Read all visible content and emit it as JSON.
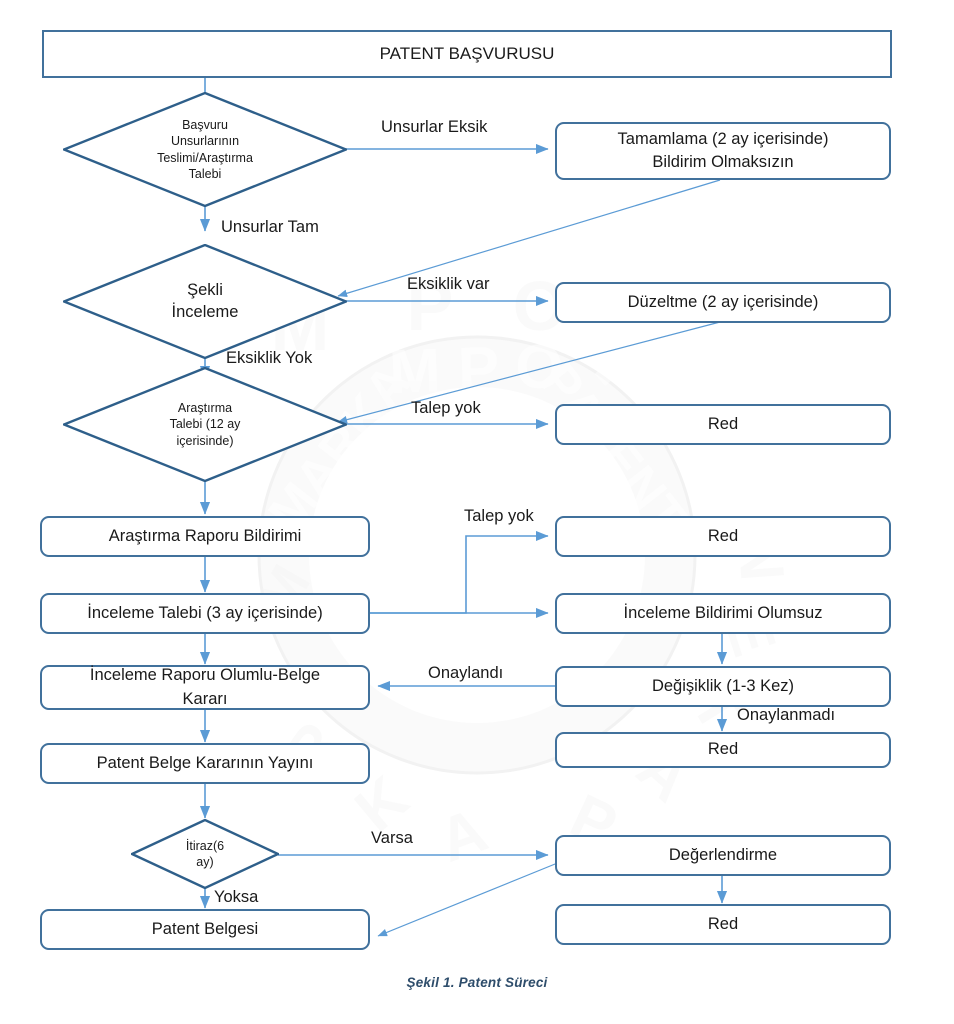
{
  "diagram": {
    "title": "PATENT BAŞVURUSU",
    "caption": "Şekil 1.  Patent Süreci",
    "watermark_text": "MPO MARKA PATENT",
    "colors": {
      "node_border": "#41719C",
      "node_fill": "#FFFFFF",
      "arrow": "#5B9BD5",
      "diamond_border": "#2E5F8A",
      "text": "#1A1A1A",
      "caption": "#2E4D6B"
    }
  },
  "nodes": {
    "title_box": "PATENT BAŞVURUSU",
    "d1_line1": "Başvuru",
    "d1_line2": "Unsurlarının",
    "d1_line3": "Teslimi/Araştırma",
    "d1_line4": "Talebi",
    "tamamlama_line1": "Tamamlama (2 ay içerisinde)",
    "tamamlama_line2": "Bildirim Olmaksızın",
    "d2_line1": "Şekli",
    "d2_line2": "İnceleme",
    "duzeltme": "Düzeltme (2 ay içerisinde)",
    "d3_line1": "Araştırma",
    "d3_line2": "Talebi (12 ay",
    "d3_line3": "içerisinde)",
    "red_1": "Red",
    "arastirma_raporu": "Araştırma Raporu Bildirimi",
    "red_2": "Red",
    "inceleme_talebi": "İnceleme Talebi (3 ay içerisinde)",
    "inceleme_bildirimi": "İnceleme Bildirimi Olumsuz",
    "inceleme_raporu_line1": "İnceleme Raporu Olumlu-Belge",
    "inceleme_raporu_line2": "Kararı",
    "degisiklik": "Değişiklik (1-3 Kez)",
    "red_3": "Red",
    "patent_belge_karari": "Patent Belge Kararının Yayını",
    "d4_line1": "İtiraz(6",
    "d4_line2": "ay)",
    "degerlendirme": "Değerlendirme",
    "red_4": "Red",
    "patent_belgesi": "Patent Belgesi"
  },
  "edge_labels": {
    "unsurlar_eksik": "Unsurlar Eksik",
    "unsurlar_tam": "Unsurlar Tam",
    "eksiklik_var": "Eksiklik var",
    "eksiklik_yok": "Eksiklik Yok",
    "talep_yok_1": "Talep yok",
    "talep_yok_2": "Talep yok",
    "onaylandi": "Onaylandı",
    "onaylanmadi": "Onaylanmadı",
    "varsa": "Varsa",
    "yoksa": "Yoksa"
  },
  "chart_data": {
    "type": "flowchart",
    "title": "PATENT BAŞVURUSU",
    "caption": "Şekil 1.  Patent Süreci",
    "nodes": [
      {
        "id": "start",
        "shape": "rect",
        "label": "PATENT BAŞVURUSU"
      },
      {
        "id": "d1",
        "shape": "diamond",
        "label": "Başvuru Unsurlarının Teslimi/Araştırma Talebi"
      },
      {
        "id": "tamamlama",
        "shape": "rounded-rect",
        "label": "Tamamlama (2 ay içerisinde) Bildirim Olmaksızın"
      },
      {
        "id": "d2",
        "shape": "diamond",
        "label": "Şekli İnceleme"
      },
      {
        "id": "duzeltme",
        "shape": "rounded-rect",
        "label": "Düzeltme (2 ay içerisinde)"
      },
      {
        "id": "d3",
        "shape": "diamond",
        "label": "Araştırma Talebi (12 ay içerisinde)"
      },
      {
        "id": "red1",
        "shape": "rounded-rect",
        "label": "Red"
      },
      {
        "id": "arastirma_raporu",
        "shape": "rounded-rect",
        "label": "Araştırma Raporu Bildirimi"
      },
      {
        "id": "red2",
        "shape": "rounded-rect",
        "label": "Red"
      },
      {
        "id": "inceleme_talebi",
        "shape": "rounded-rect",
        "label": "İnceleme Talebi (3 ay içerisinde)"
      },
      {
        "id": "inceleme_bildirimi",
        "shape": "rounded-rect",
        "label": "İnceleme Bildirimi Olumsuz"
      },
      {
        "id": "inceleme_raporu",
        "shape": "rounded-rect",
        "label": "İnceleme Raporu Olumlu-Belge Kararı"
      },
      {
        "id": "degisiklik",
        "shape": "rounded-rect",
        "label": "Değişiklik (1-3 Kez)"
      },
      {
        "id": "red3",
        "shape": "rounded-rect",
        "label": "Red"
      },
      {
        "id": "patent_belge_karari",
        "shape": "rounded-rect",
        "label": "Patent Belge Kararının Yayını"
      },
      {
        "id": "d4",
        "shape": "diamond",
        "label": "İtiraz(6 ay)"
      },
      {
        "id": "degerlendirme",
        "shape": "rounded-rect",
        "label": "Değerlendirme"
      },
      {
        "id": "red4",
        "shape": "rounded-rect",
        "label": "Red"
      },
      {
        "id": "patent_belgesi",
        "shape": "rounded-rect",
        "label": "Patent Belgesi"
      }
    ],
    "edges": [
      {
        "from": "start",
        "to": "d1",
        "label": ""
      },
      {
        "from": "d1",
        "to": "tamamlama",
        "label": "Unsurlar Eksik"
      },
      {
        "from": "d1",
        "to": "d2",
        "label": "Unsurlar Tam"
      },
      {
        "from": "tamamlama",
        "to": "d2",
        "label": ""
      },
      {
        "from": "d2",
        "to": "duzeltme",
        "label": "Eksiklik var"
      },
      {
        "from": "d2",
        "to": "d3",
        "label": "Eksiklik Yok"
      },
      {
        "from": "duzeltme",
        "to": "d3",
        "label": ""
      },
      {
        "from": "d3",
        "to": "red1",
        "label": "Talep yok"
      },
      {
        "from": "d3",
        "to": "arastirma_raporu",
        "label": ""
      },
      {
        "from": "arastirma_raporu",
        "to": "inceleme_talebi",
        "label": ""
      },
      {
        "from": "inceleme_talebi",
        "to": "red2",
        "label": "Talep yok"
      },
      {
        "from": "inceleme_talebi",
        "to": "inceleme_bildirimi",
        "label": ""
      },
      {
        "from": "inceleme_talebi",
        "to": "inceleme_raporu",
        "label": ""
      },
      {
        "from": "inceleme_bildirimi",
        "to": "degisiklik",
        "label": ""
      },
      {
        "from": "degisiklik",
        "to": "inceleme_raporu",
        "label": "Onaylandı"
      },
      {
        "from": "degisiklik",
        "to": "red3",
        "label": "Onaylanmadı"
      },
      {
        "from": "inceleme_raporu",
        "to": "patent_belge_karari",
        "label": ""
      },
      {
        "from": "patent_belge_karari",
        "to": "d4",
        "label": ""
      },
      {
        "from": "d4",
        "to": "degerlendirme",
        "label": "Varsa"
      },
      {
        "from": "d4",
        "to": "patent_belgesi",
        "label": "Yoksa"
      },
      {
        "from": "degerlendirme",
        "to": "red4",
        "label": ""
      },
      {
        "from": "degerlendirme",
        "to": "patent_belgesi",
        "label": ""
      }
    ]
  }
}
